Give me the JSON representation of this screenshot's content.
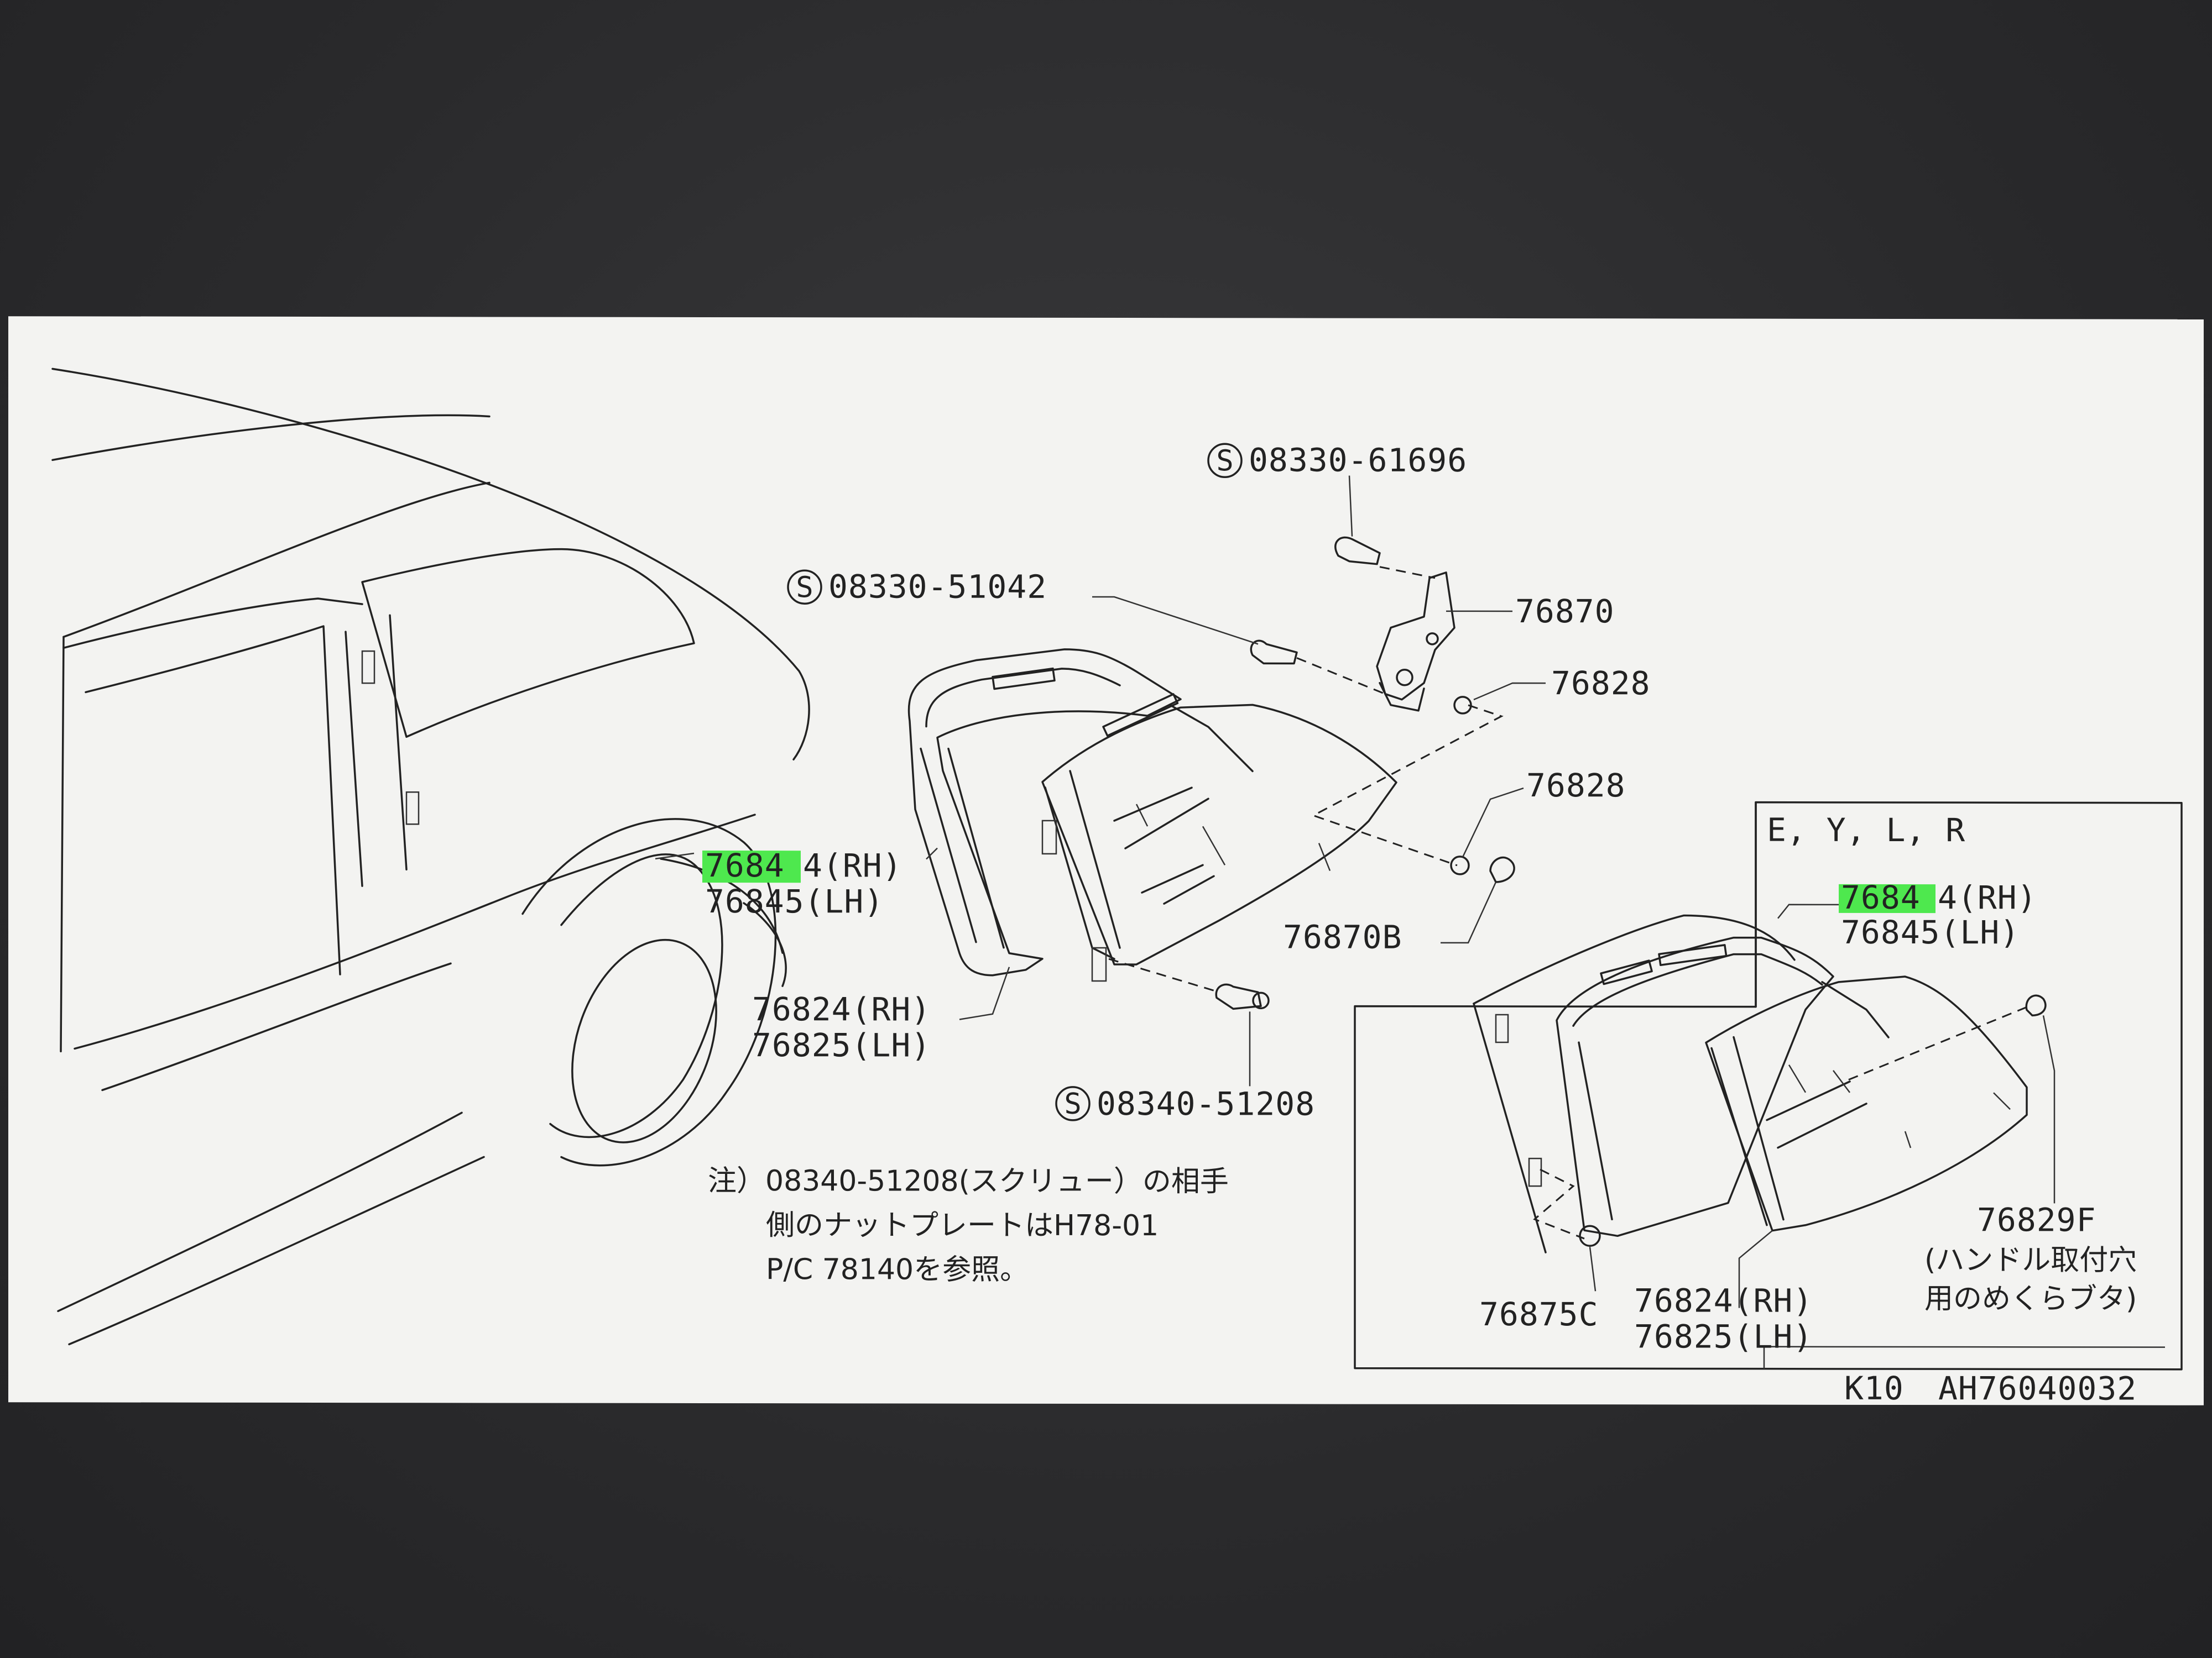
{
  "parts": {
    "screw_top": "08330-61696",
    "screw_left": "08330-51042",
    "hinge": "76870",
    "bushing_upper": "76828",
    "bushing_lower": "76828",
    "glass_main_rh_highlight": "7684",
    "glass_main_rh_rest": "4(RH)",
    "glass_main_lh": "76845(LH)",
    "weatherstrip_rh": "76824(RH)",
    "weatherstrip_lh": "76825(LH)",
    "cap": "76870B",
    "screw_bottom": "08340-51208"
  },
  "note": {
    "line1": "注）08340-51208(スクリュー）の相手",
    "line2": "側のナットプレートはH78-01",
    "line3": "P/C 78140を参照。"
  },
  "inset": {
    "title": "E, Y, L, R",
    "glass_rh_highlight": "7684",
    "glass_rh_rest": "4(RH)",
    "glass_lh": "76845(LH)",
    "clip": "76875C",
    "weatherstrip_rh": "76824(RH)",
    "weatherstrip_lh": "76825(LH)",
    "plug": "76829F",
    "plug_note1": "(ハンドル取付穴",
    "plug_note2": "用のめくらブタ)"
  },
  "footer": {
    "model": "K10",
    "code": "AH76040032"
  },
  "symbol": "S",
  "highlight_color": "#4ee84e"
}
